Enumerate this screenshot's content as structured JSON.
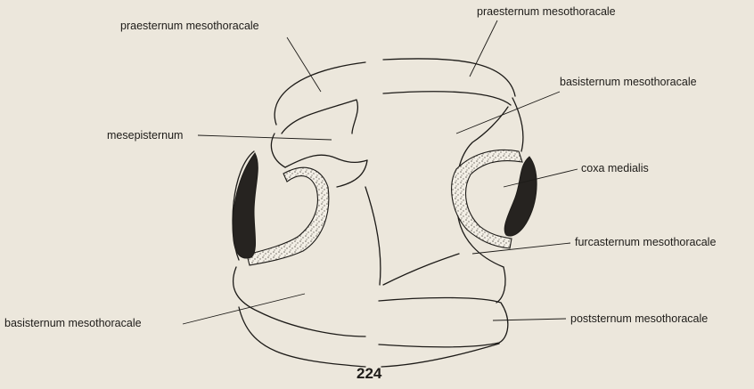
{
  "labels": {
    "praesternum_left": "praesternum mesothoracale",
    "praesternum_right": "praesternum mesothoracale",
    "basisternum_right": "basisternum mesothoracale",
    "mesepisternum": "mesepisternum",
    "coxa_medialis": "coxa medialis",
    "furcasternum": "furcasternum mesothoracale",
    "basisternum_left": "basisternum mesothoracale",
    "poststernum": "poststernum mesothoracale"
  },
  "page_number": "224",
  "colors": {
    "paper": "#ece7dc",
    "ink": "#1d1b18",
    "stipple": "#8a857c"
  }
}
